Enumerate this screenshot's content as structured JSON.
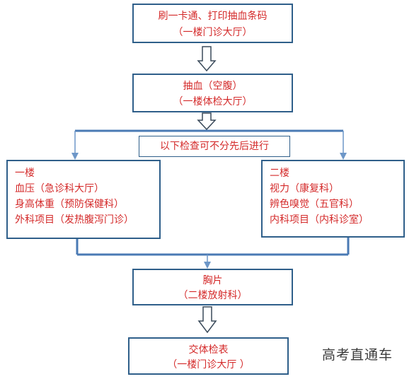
{
  "box1": {
    "line1": "刷一卡通、打印抽血条码",
    "line2": "（一楼门诊大厅）"
  },
  "box2": {
    "line1": "抽血（空腹）",
    "line2": "（一楼体检大厅）"
  },
  "branch_note": "以下检查可不分先后进行",
  "left_group": {
    "title": "一楼",
    "items": [
      "血压（急诊科大厅）",
      "身高体重（预防保健科）",
      "外科项目（发热腹泻门诊）"
    ]
  },
  "right_group": {
    "title": "二楼",
    "items": [
      "视力（康复科）",
      "辨色嗅觉（五官科）",
      "内科项目（内科诊室）"
    ]
  },
  "box_chest": {
    "line1": "胸片",
    "line2": "（二楼放射科）"
  },
  "box_final": {
    "line1": "交体检表",
    "line2": "（一楼门诊大厅 ）"
  },
  "watermark": "高考直通车",
  "colors": {
    "text": "#d42a2a",
    "border": "#2f5f8a",
    "connector": "#4a7ab4"
  }
}
